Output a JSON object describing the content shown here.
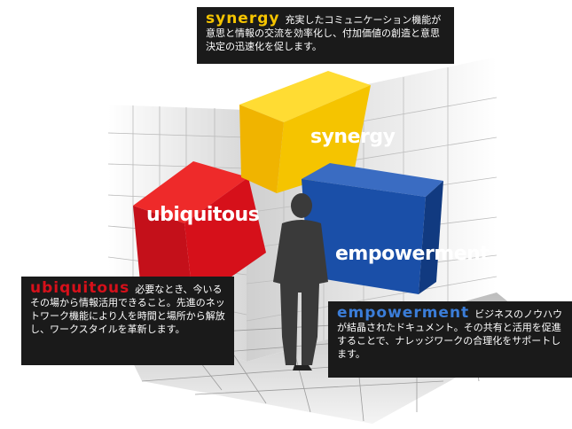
{
  "colors": {
    "panel_bg": "#1a1a1a",
    "synergy": "#f5c400",
    "ubiquitous": "#d6101a",
    "empowerment": "#1a4fa8"
  },
  "cubes": {
    "synergy_label": "synergy",
    "ubiquitous_label": "ubiquitous",
    "empowerment_label": "empowerment"
  },
  "panels": {
    "synergy": {
      "heading": "synergy",
      "text": "充実したコミュニケーション機能が意思と情報の交流を効率化し、付加価値の創造と意思決定の迅速化を促します。"
    },
    "ubiquitous": {
      "heading": "ubiquitous",
      "text": "必要なとき、今いるその場から情報活用できること。先進のネットワーク機能により人を時間と場所から解放し、ワークスタイルを革新します。"
    },
    "empowerment": {
      "heading": "empowerment",
      "text": "ビジネスのノウハウが結晶されたドキュメント。その共有と活用を促進することで、ナレッジワークの合理化をサポートします。"
    }
  }
}
